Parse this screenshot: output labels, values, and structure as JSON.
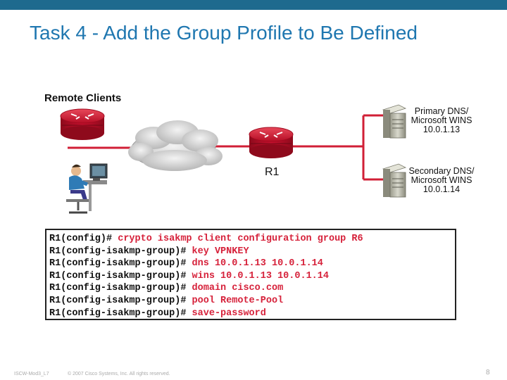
{
  "slide": {
    "title": "Task 4 - Add the Group Profile to Be Defined",
    "footer_code": "ISCW-Mod3_L7",
    "footer_copyright": "© 2007 Cisco Systems, Inc. All rights reserved.",
    "page_number": "8"
  },
  "diagram": {
    "remote_clients_label": "Remote Clients",
    "router_label": "R1",
    "primary_server": {
      "line1": "Primary DNS/",
      "line2": "Microsoft WINS",
      "line3": "10.0.1.13"
    },
    "secondary_server": {
      "line1": "Secondary DNS/",
      "line2": "Microsoft WINS",
      "line3": "10.0.1.14"
    },
    "colors": {
      "router_red": "#c8102e",
      "link_red": "#d11f36",
      "cloud_gray": "#cfcfcf"
    }
  },
  "cli": [
    {
      "prompt": "R1(config)# ",
      "command": "crypto isakmp client configuration group R6"
    },
    {
      "prompt": "R1(config-isakmp-group)# ",
      "command": "key VPNKEY"
    },
    {
      "prompt": "R1(config-isakmp-group)# ",
      "command": "dns 10.0.1.13 10.0.1.14"
    },
    {
      "prompt": "R1(config-isakmp-group)# ",
      "command": "wins 10.0.1.13 10.0.1.14"
    },
    {
      "prompt": "R1(config-isakmp-group)# ",
      "command": "domain cisco.com"
    },
    {
      "prompt": "R1(config-isakmp-group)# ",
      "command": "pool Remote-Pool"
    },
    {
      "prompt": "R1(config-isakmp-group)# ",
      "command": "save-password"
    }
  ]
}
